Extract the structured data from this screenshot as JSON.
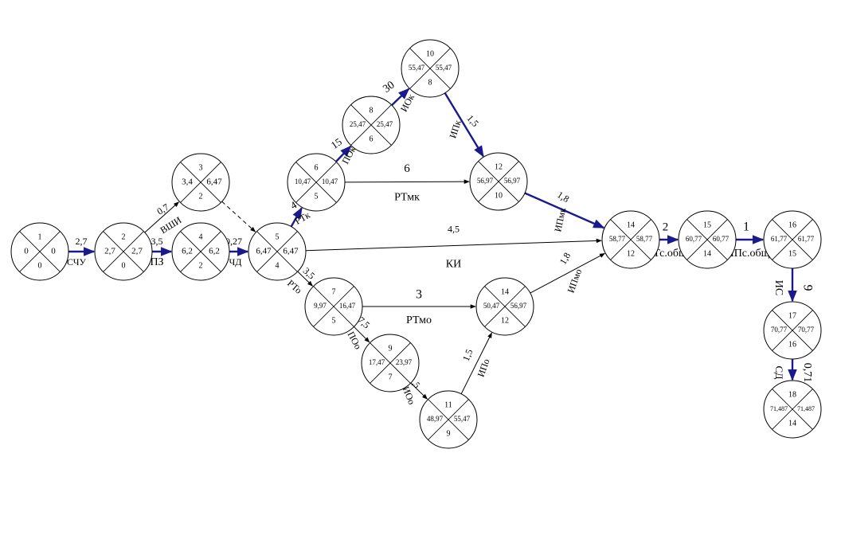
{
  "colors": {
    "critical": "#1a1a8c",
    "normal": "#000000"
  },
  "nodes": [
    {
      "id": "1",
      "early": "0",
      "late": "0",
      "reserve": "0"
    },
    {
      "id": "2",
      "early": "2,7",
      "late": "2,7",
      "reserve": "0"
    },
    {
      "id": "3",
      "early": "3,4",
      "late": "6,47",
      "reserve": "2"
    },
    {
      "id": "4",
      "early": "6,2",
      "late": "6,2",
      "reserve": "2"
    },
    {
      "id": "5",
      "early": "6,47",
      "late": "6,47",
      "reserve": "4"
    },
    {
      "id": "6",
      "early": "10,47",
      "late": "10,47",
      "reserve": "5"
    },
    {
      "id": "7",
      "early": "9,97",
      "late": "16,47",
      "reserve": "5"
    },
    {
      "id": "8",
      "early": "25,47",
      "late": "25,47",
      "reserve": "6"
    },
    {
      "id": "9",
      "early": "17,47",
      "late": "23,97",
      "reserve": "7"
    },
    {
      "id": "10",
      "early": "55,47",
      "late": "55,47",
      "reserve": "8"
    },
    {
      "id": "11",
      "early": "48,97",
      "late": "55,47",
      "reserve": "9"
    },
    {
      "id": "12",
      "early": "56,97",
      "late": "56,97",
      "reserve": "10"
    },
    {
      "id": "14",
      "early": "50,47",
      "late": "56,97",
      "reserve": "12"
    },
    {
      "id": "14",
      "early": "58,77",
      "late": "58,77",
      "reserve": "12"
    },
    {
      "id": "15",
      "early": "60,77",
      "late": "60,77",
      "reserve": "14"
    },
    {
      "id": "16",
      "early": "61,77",
      "late": "61,77",
      "reserve": "15"
    },
    {
      "id": "17",
      "early": "70,77",
      "late": "70,77",
      "reserve": "16"
    },
    {
      "id": "18",
      "early": "71,487",
      "late": "71,487",
      "reserve": "14"
    }
  ],
  "edges": [
    {
      "from": 0,
      "to": 1,
      "duration": "2,7",
      "name": "СЧУ",
      "critical": true,
      "dashed": false
    },
    {
      "from": 1,
      "to": 2,
      "duration": "0,7",
      "name": "ВШИ",
      "critical": false,
      "dashed": false
    },
    {
      "from": 1,
      "to": 3,
      "duration": "3,5",
      "name": "ПЗ",
      "critical": true,
      "dashed": false
    },
    {
      "from": 2,
      "to": 4,
      "duration": "",
      "name": "",
      "critical": false,
      "dashed": true
    },
    {
      "from": 3,
      "to": 4,
      "duration": "0,27",
      "name": "ЧД",
      "critical": true,
      "dashed": false
    },
    {
      "from": 4,
      "to": 5,
      "duration": "4",
      "name": "РТк",
      "critical": true,
      "dashed": false
    },
    {
      "from": 4,
      "to": 6,
      "duration": "3,5",
      "name": "РТо",
      "critical": false,
      "dashed": false
    },
    {
      "from": 4,
      "to": 13,
      "duration": "4,5",
      "name": "КИ",
      "critical": false,
      "dashed": false
    },
    {
      "from": 5,
      "to": 7,
      "duration": "15",
      "name": "ПОк",
      "critical": true,
      "dashed": false
    },
    {
      "from": 5,
      "to": 11,
      "duration": "6",
      "name": "РТмк",
      "critical": false,
      "dashed": false
    },
    {
      "from": 7,
      "to": 9,
      "duration": "30",
      "name": "ИОк",
      "critical": true,
      "dashed": false
    },
    {
      "from": 9,
      "to": 11,
      "duration": "1,5",
      "name": "ИПк",
      "critical": true,
      "dashed": false
    },
    {
      "from": 11,
      "to": 13,
      "duration": "1,8",
      "name": "ИПмк",
      "critical": true,
      "dashed": false
    },
    {
      "from": 6,
      "to": 8,
      "duration": "7,5",
      "name": "ПОо",
      "critical": false,
      "dashed": false
    },
    {
      "from": 6,
      "to": 12,
      "duration": "3",
      "name": "РТмо",
      "critical": false,
      "dashed": false
    },
    {
      "from": 8,
      "to": 10,
      "duration": "31,5",
      "name": "ИОо",
      "critical": false,
      "dashed": false
    },
    {
      "from": 10,
      "to": 12,
      "duration": "1,5",
      "name": "ИПо",
      "critical": false,
      "dashed": false
    },
    {
      "from": 12,
      "to": 13,
      "duration": "1,8",
      "name": "ИПмо",
      "critical": false,
      "dashed": false
    },
    {
      "from": 13,
      "to": 14,
      "duration": "2",
      "name": "РТс.общ",
      "critical": true,
      "dashed": false
    },
    {
      "from": 14,
      "to": 15,
      "duration": "1",
      "name": "ИПс.общ",
      "critical": true,
      "dashed": false
    },
    {
      "from": 15,
      "to": 16,
      "duration": "9",
      "name": "ИС",
      "critical": true,
      "dashed": false
    },
    {
      "from": 16,
      "to": 17,
      "duration": "0,71",
      "name": "СД",
      "critical": true,
      "dashed": false
    }
  ]
}
